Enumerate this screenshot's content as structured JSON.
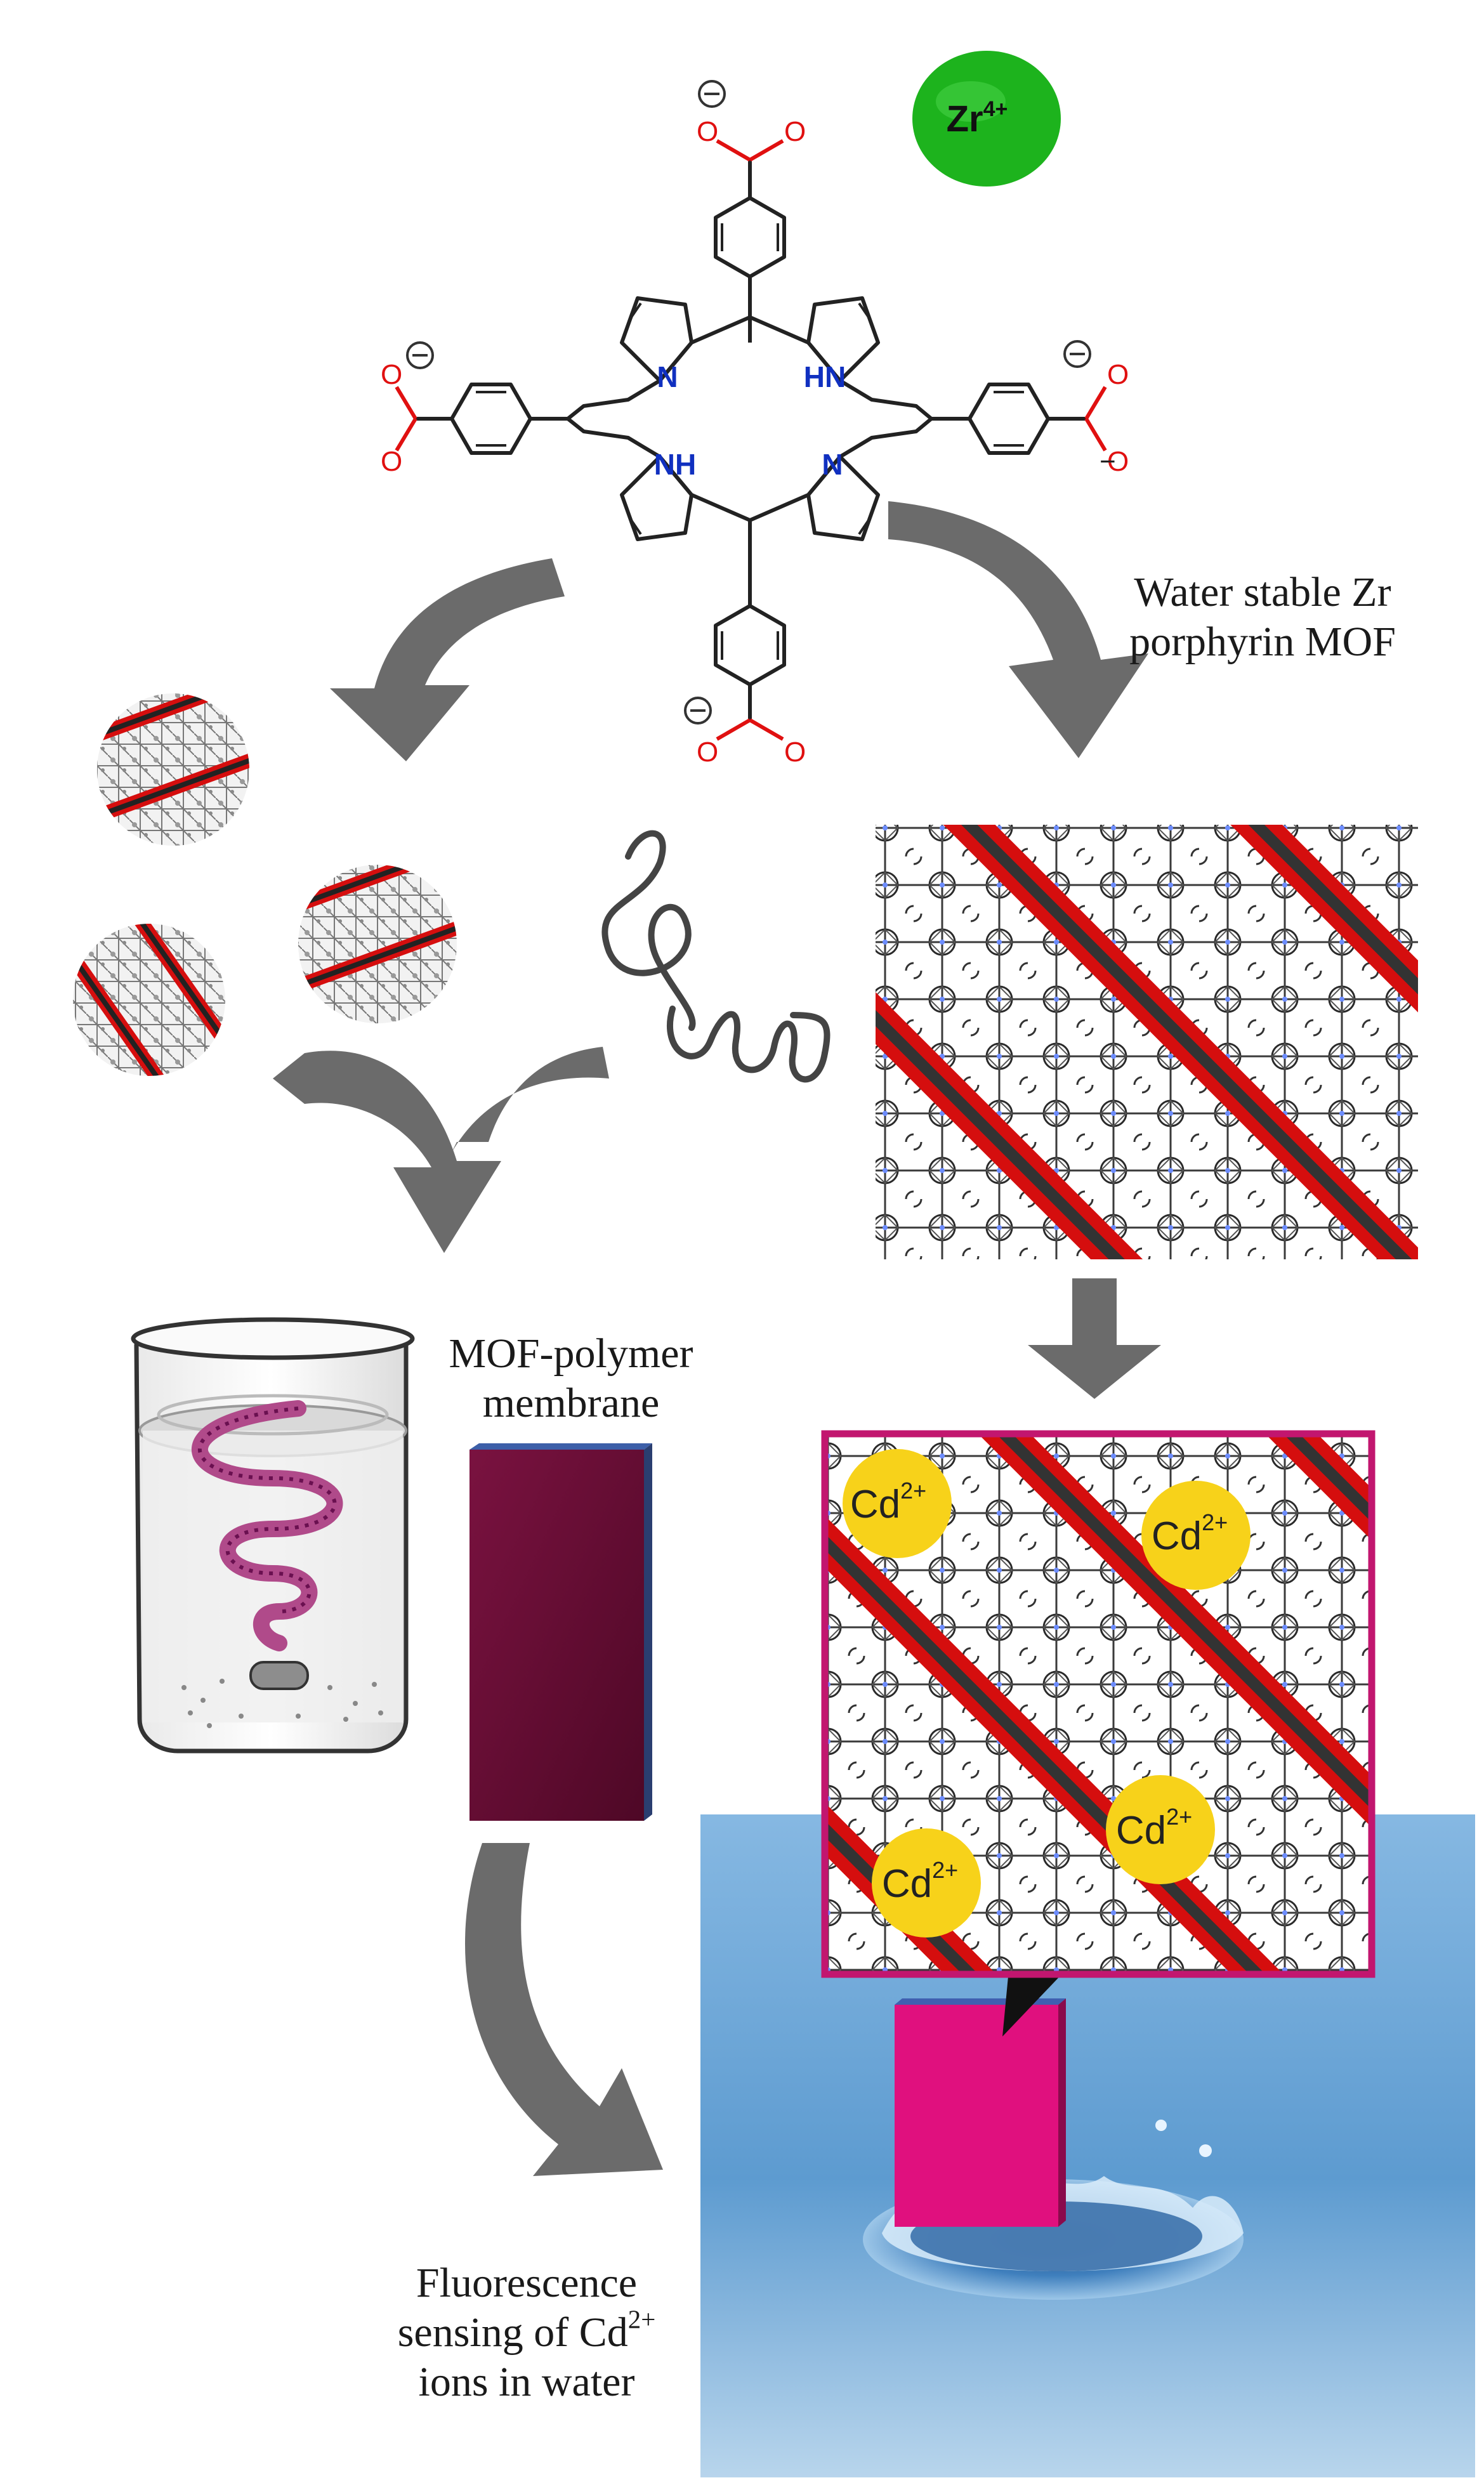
{
  "zr_ion": {
    "symbol": "Zr",
    "charge": "4+"
  },
  "ligand": {
    "n_atom": "N",
    "hn_atom": "HN",
    "nh_atom": "NH",
    "oxygen": "O",
    "negative_charge": "−"
  },
  "labels": {
    "mof_line1": "Water stable Zr",
    "mof_line2": "porphyrin MOF",
    "membrane_line1": "MOF-polymer",
    "membrane_line2": "membrane",
    "sensing_line1": "Fluorescence",
    "sensing_line2_prefix": "sensing of Cd",
    "sensing_line2_sup": "2+",
    "sensing_line3": "ions in water"
  },
  "cd_ion": {
    "symbol": "Cd",
    "charge": "2+"
  },
  "colors": {
    "arrow": "#6b6b6b",
    "zr_ion": "#1db31d",
    "carboxylate": "#e01010",
    "pyrrole_n": "#1030c0",
    "mof_node": "#d81010",
    "cd_ion": "#f7d21a",
    "frame": "#c2166f",
    "membrane": "#6a0b33",
    "sensing_plate": "#e0107e",
    "water": "#5d9bd0"
  }
}
